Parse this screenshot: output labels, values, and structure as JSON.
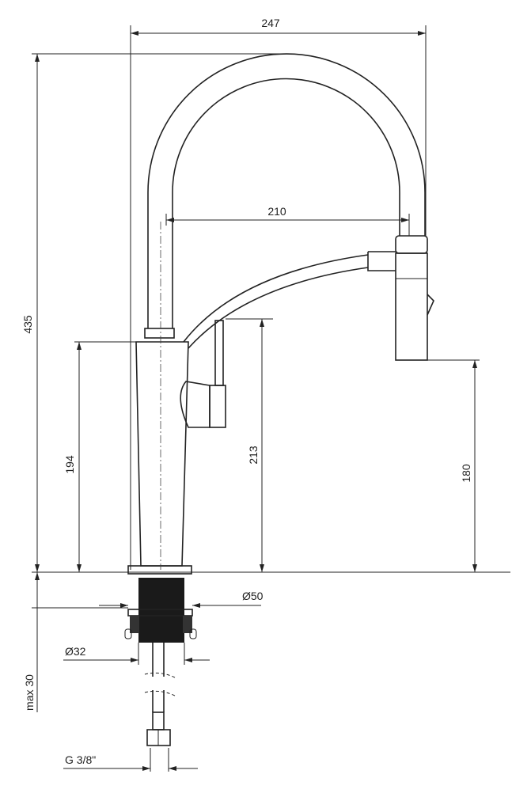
{
  "title": "Kitchen faucet dimension drawing",
  "dimensions": {
    "overall_width": "247",
    "spout_reach": "210",
    "overall_height": "435",
    "body_height": "194",
    "lever_height": "213",
    "spout_outlet_height": "180",
    "base_diameter": "Ø50",
    "thread_diameter": "Ø32",
    "max_counter_thickness": "max 30",
    "connection_thread": "G 3/8\""
  }
}
